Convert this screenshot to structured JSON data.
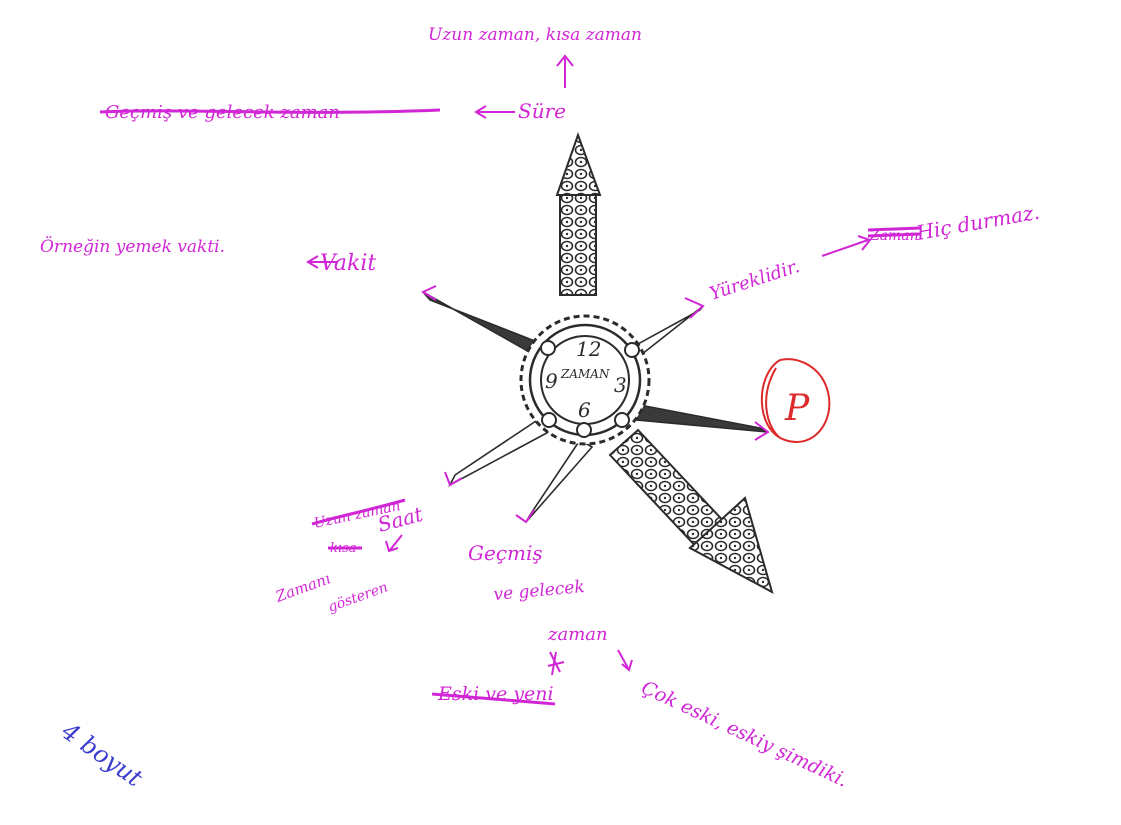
{
  "colors": {
    "ink": "#d126d6",
    "pencil": "#2b2b2b",
    "red_pen": "#dd2a2a",
    "blue_pen": "#3b3bd0",
    "paper": "#ffffff"
  },
  "center": {
    "label": "ZAMAN",
    "num_12": "12",
    "num_3": "3",
    "num_6": "6",
    "num_9": "9"
  },
  "branches": {
    "top": {
      "line1": "Uzun zaman, kısa zaman",
      "line2": "Süre",
      "crossed": "Geçmiş ve gelecek zaman"
    },
    "left": {
      "line1": "Örneğin yemek vakti.",
      "line2": "Vakit"
    },
    "right": {
      "line1": "Yürekli̇dir.",
      "line2": "Hiç durmaz.",
      "crossed": "Zaman"
    },
    "bottom_left": {
      "crossed1": "Uzun zaman",
      "crossed2": "kısa",
      "line1": "Saat",
      "line2a": "Zamanı",
      "line2b": "gösteren"
    },
    "bottom": {
      "line1": "Geçmiş",
      "line2": "ve gelecek",
      "line3": "zaman",
      "crossed": "Eski ve yeni",
      "line4": "Çok eski, eskiy şimdiki."
    },
    "corner": {
      "text": "4 boyut"
    },
    "red_mark": {
      "text": "P"
    }
  }
}
